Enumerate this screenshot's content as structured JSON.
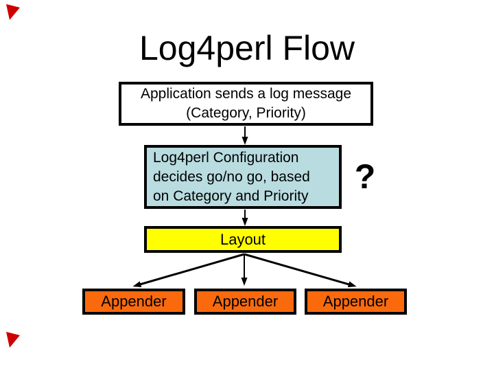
{
  "slide": {
    "title": "Log4perl Flow",
    "application_box": {
      "line1": "Application sends a log message",
      "line2": "(Category, Priority)",
      "bg_color": "#FFFFFF"
    },
    "configuration_box": {
      "line1": "Log4perl Configuration",
      "line2": "decides go/no go, based",
      "line3": "on Category and Priority",
      "bg_color": "#B9DCE0"
    },
    "question_mark": "?",
    "layout_box": {
      "label": "Layout",
      "bg_color": "#FFFF00"
    },
    "appender_boxes": {
      "label1": "Appender",
      "label2": "Appender",
      "label3": "Appender",
      "bg_color": "#FA6A0D"
    },
    "edges": [
      "application-box -> configuration-box",
      "configuration-box -> layout-box",
      "layout-box -> appender-box-1",
      "layout-box -> appender-box-2",
      "layout-box -> appender-box-3"
    ],
    "colors": {
      "slide_background": "#FFFFFF",
      "box_border": "#000000",
      "arrows": "#000000",
      "text": "#000000",
      "corner_decoration": "#CC0000"
    }
  }
}
